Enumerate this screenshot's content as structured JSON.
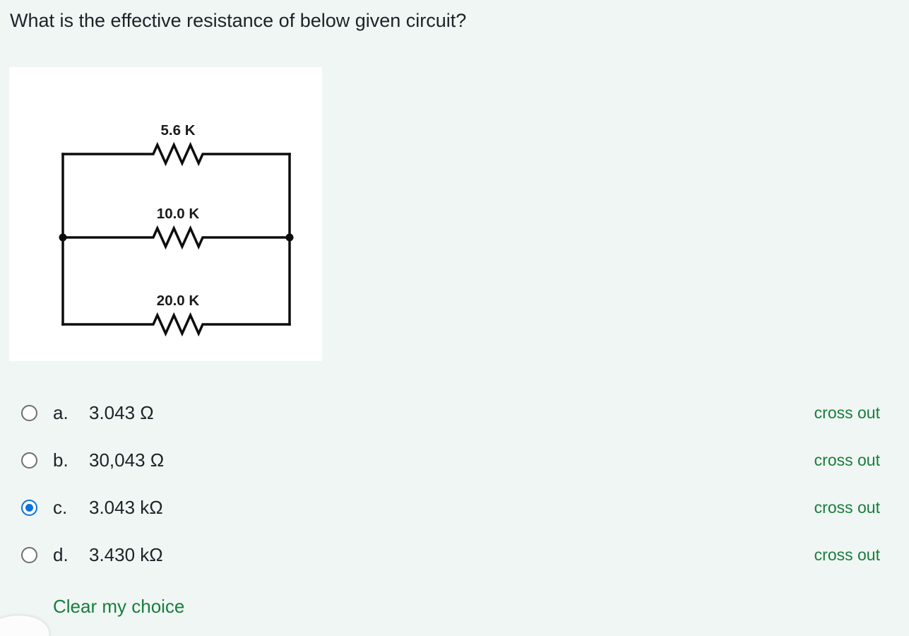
{
  "page": {
    "background": "#f0f6f4",
    "question": "What is the effective resistance of below given circuit?"
  },
  "circuit": {
    "arrangement": "3 resistors in parallel",
    "resistors": [
      {
        "label": "5.6 K"
      },
      {
        "label": "10.0 K"
      },
      {
        "label": "20.0 K"
      }
    ]
  },
  "options": [
    {
      "letter": "a.",
      "text": "3.043 Ω",
      "selected": false
    },
    {
      "letter": "b.",
      "text": "30,043 Ω",
      "selected": false
    },
    {
      "letter": "c.",
      "text": "3.043 kΩ",
      "selected": true
    },
    {
      "letter": "d.",
      "text": "3.430 kΩ",
      "selected": false
    }
  ],
  "actions": {
    "cross_out_label": "cross out",
    "clear_choice_label": "Clear my choice"
  },
  "colors": {
    "accent_blue": "#0d72d9",
    "link_green": "#187d3c",
    "text": "#1d2228",
    "wire_black": "#0d0d0d"
  }
}
